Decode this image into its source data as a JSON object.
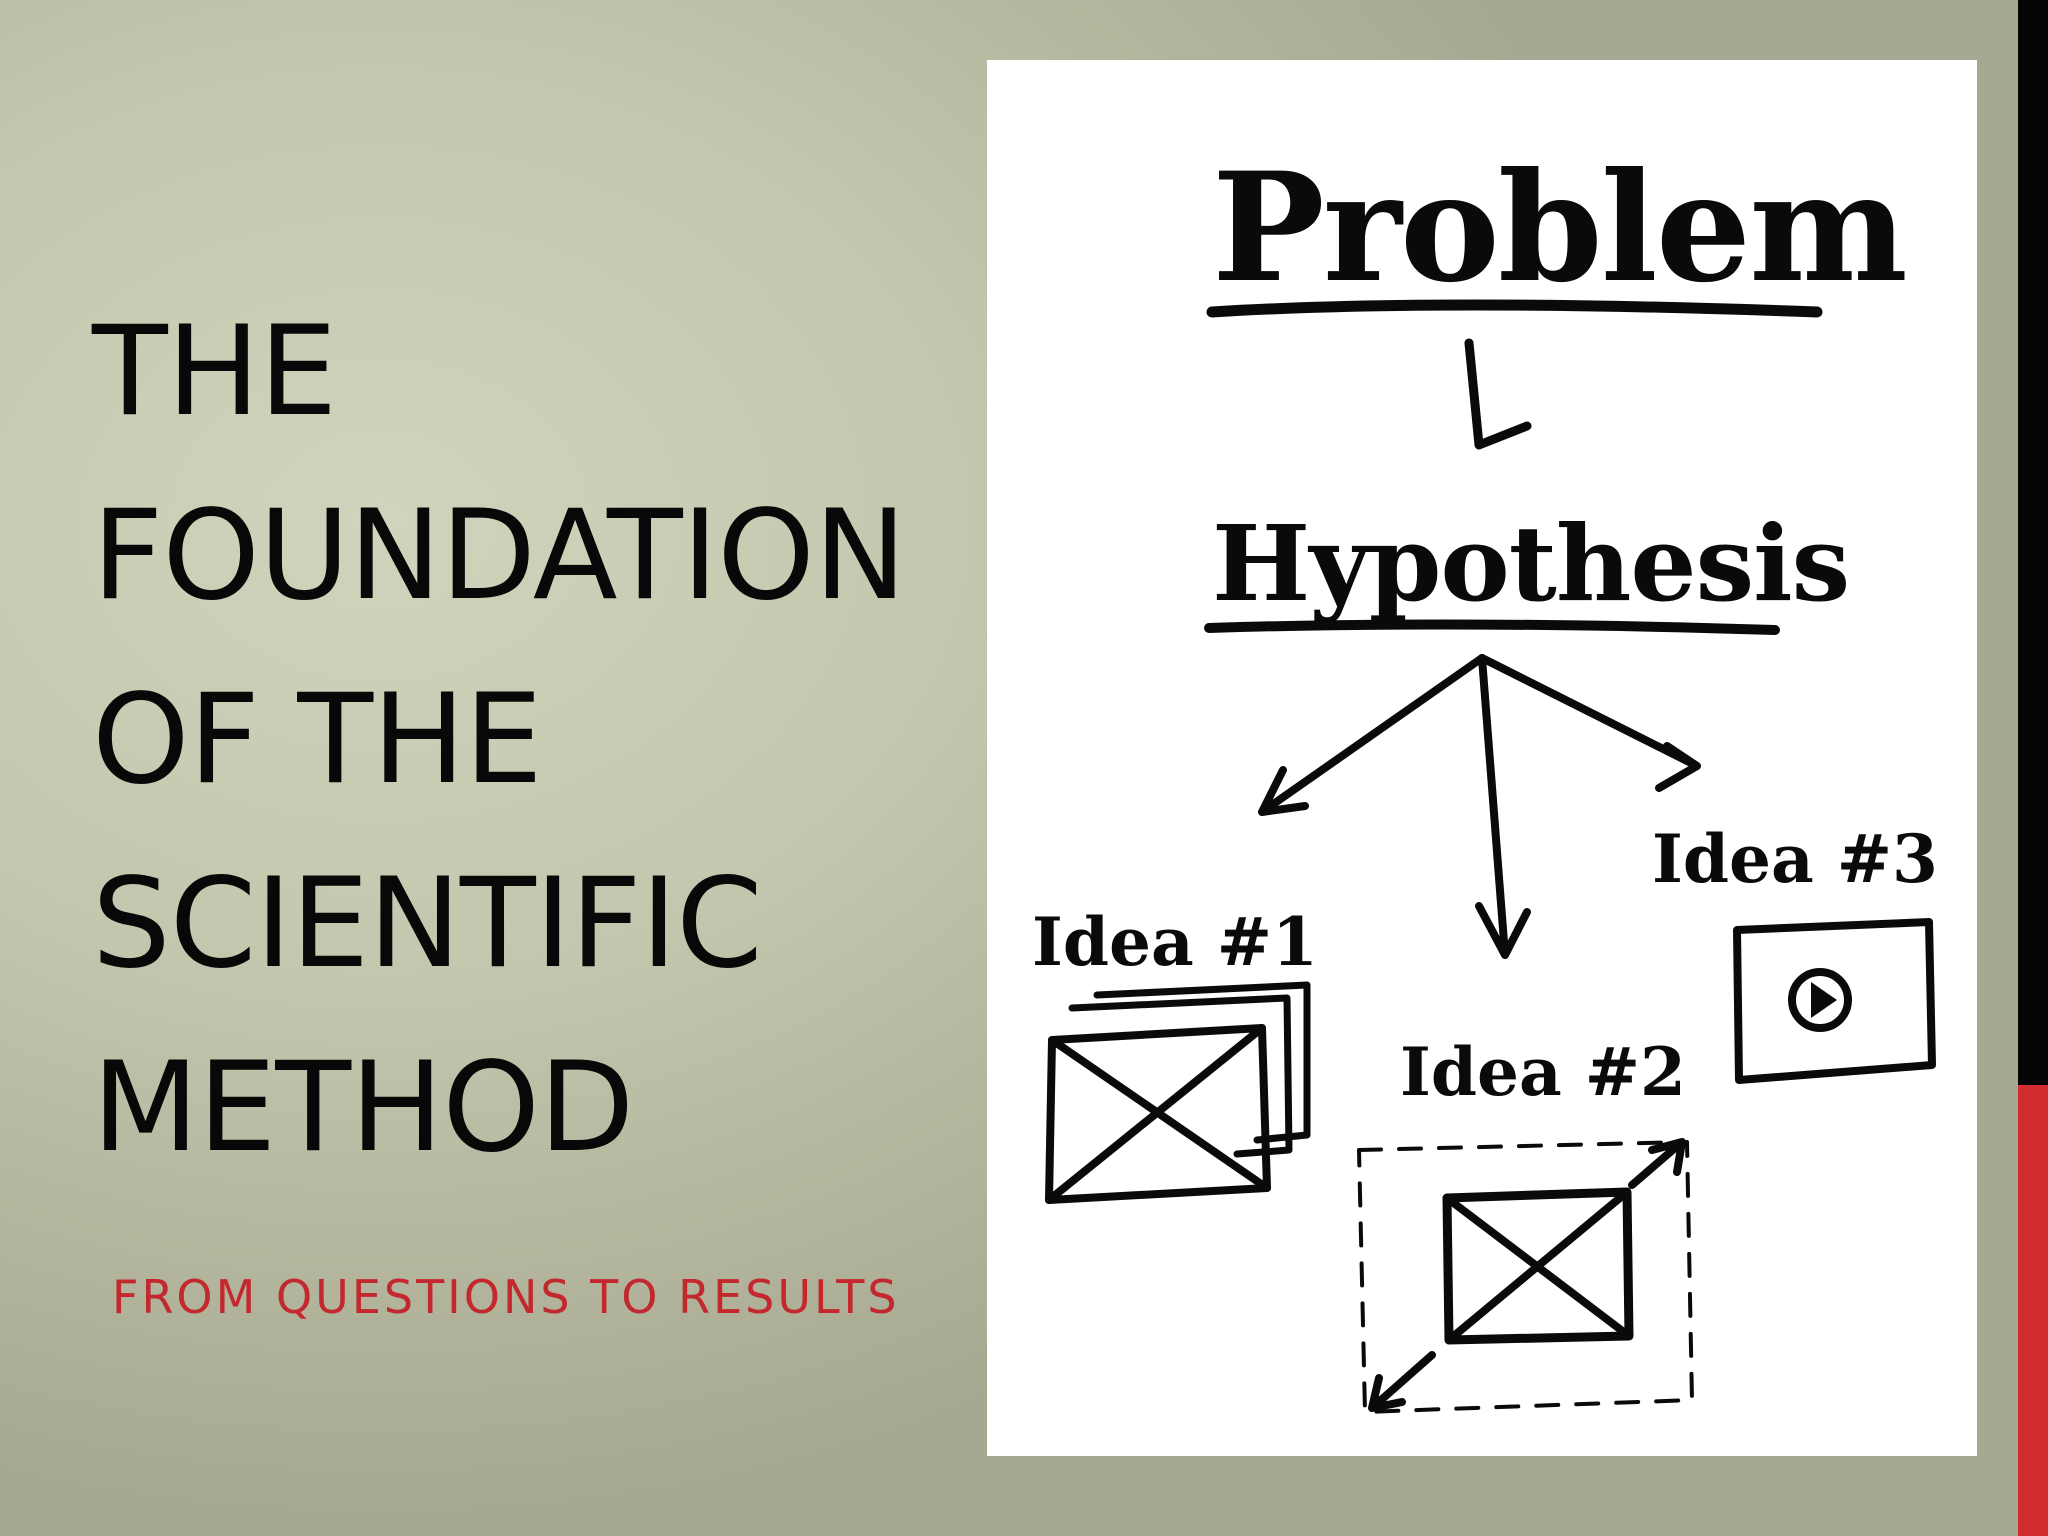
{
  "slide": {
    "title_lines": [
      "THE",
      "FOUNDATION",
      "OF THE",
      "SCIENTIFIC",
      "METHOD"
    ],
    "subtitle": "FROM QUESTIONS TO RESULTS"
  },
  "sketch": {
    "problem": "Problem",
    "hypothesis": "Hypothesis",
    "idea1": "Idea #1",
    "idea2": "Idea #2",
    "idea3": "Idea #3"
  },
  "colors": {
    "accent_red": "#d22b30",
    "bar_black": "#050505",
    "title_text": "#080808",
    "subtitle_text": "#c4282f"
  }
}
